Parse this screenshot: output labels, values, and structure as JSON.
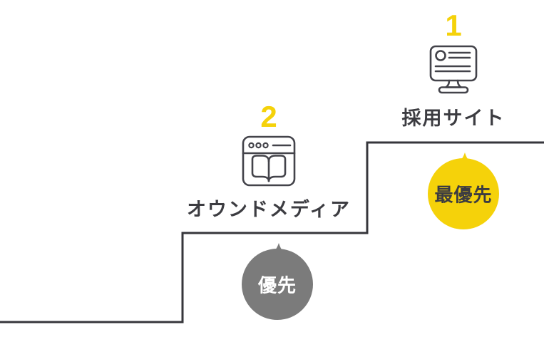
{
  "diagram": {
    "kind": "priority-staircase",
    "steps": [
      {
        "rank": "2",
        "label": "オウンドメディア",
        "icon": "browser-book-icon",
        "badge": {
          "text": "優先",
          "fill": "#7B7B7B",
          "text_color": "#FFFFFF"
        }
      },
      {
        "rank": "1",
        "label": "採用サイト",
        "icon": "monitor-icon",
        "badge": {
          "text": "最優先",
          "fill": "#F5D20A",
          "text_color": "#3C3C41"
        }
      }
    ]
  },
  "colors": {
    "accent_yellow": "#F5D20A",
    "badge_gray": "#7B7B7B",
    "stair_line": "#36363B",
    "text_dark": "#3C3C41",
    "icon_stroke": "#43434A",
    "background": "#FFFFFF"
  }
}
